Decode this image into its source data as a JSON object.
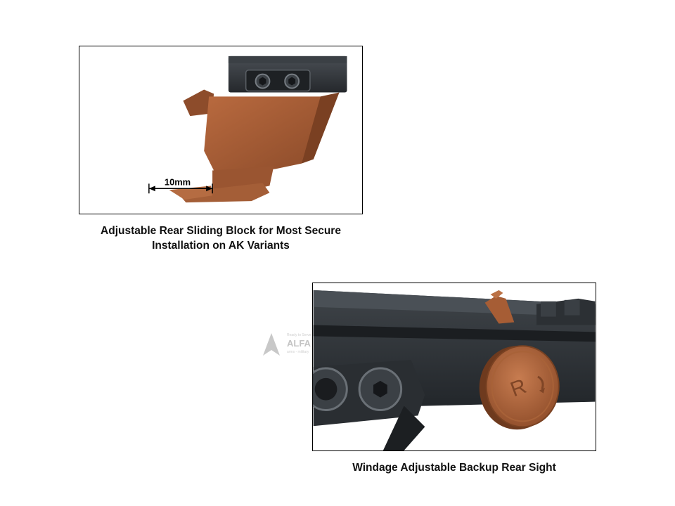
{
  "figures": [
    {
      "caption_line1": "Adjustable Rear Sliding Block for Most Secure",
      "caption_line2": "Installation on AK Variants",
      "dimension_label": "10mm"
    },
    {
      "caption": "Windage Adjustable Backup Rear Sight",
      "knob_letter": "R"
    }
  ],
  "watermark": {
    "brand": "ALFA TACTICAL.CZ",
    "tagline_top": "Ready to Serve!",
    "tagline_bottom": "arms - military"
  },
  "colors": {
    "copper": "#a05a34",
    "rail_black": "#2e3236",
    "frame_border": "#000000",
    "caption_text": "#111111"
  }
}
